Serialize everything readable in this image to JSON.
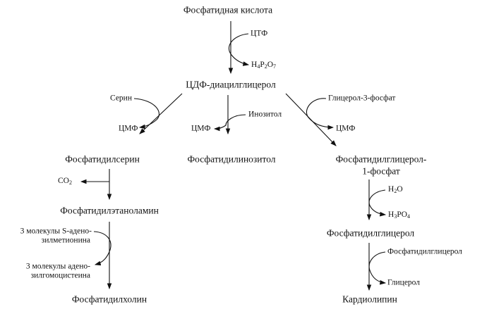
{
  "compounds": {
    "phosphatidic_acid": "Фосфатидная кислота",
    "cdp_dag": "ЦДФ-диацилглицерол",
    "phosphatidylserine": "Фосфатидилсерин",
    "phosphatidylinositol": "Фосфатидилинозитол",
    "pgp_line1": "Фосфатидилглицерол-",
    "pgp_line2": "1-фосфат",
    "phosphatidylethanolamine": "Фосфатидилэтаноламин",
    "phosphatidylcholine": "Фосфатидилхолин",
    "phosphatidylglycerol": "Фосфатидилглицерол",
    "cardiolipin": "Кардиолипин"
  },
  "reagents": {
    "ctp": "ЦТФ",
    "h4p2o7_base": "H",
    "h4p2o7_sub1": "4",
    "h4p2o7_mid": "P",
    "h4p2o7_sub2": "2",
    "h4p2o7_end": "O",
    "h4p2o7_sub3": "7",
    "serine": "Серин",
    "cmp_left": "ЦМФ",
    "inositol": "Инозитол",
    "cmp_middle": "ЦМФ",
    "glycerol3p": "Глицерол-3-фосфат",
    "cmp_right": "ЦМФ",
    "co2_base": "CO",
    "co2_sub": "2",
    "sam_line1": "3 молекулы S-адено-",
    "sam_line2": "зилметионина",
    "sah_line1": "3 молекулы адено-",
    "sah_line2": "зилгомоцистеина",
    "h2o_base": "H",
    "h2o_sub": "2",
    "h2o_end": "O",
    "h3po4_base": "H",
    "h3po4_sub1": "3",
    "h3po4_mid": "PO",
    "h3po4_sub2": "4",
    "pg_reagent": "Фосфатидилглицерол",
    "glycerol": "Глицерол"
  }
}
